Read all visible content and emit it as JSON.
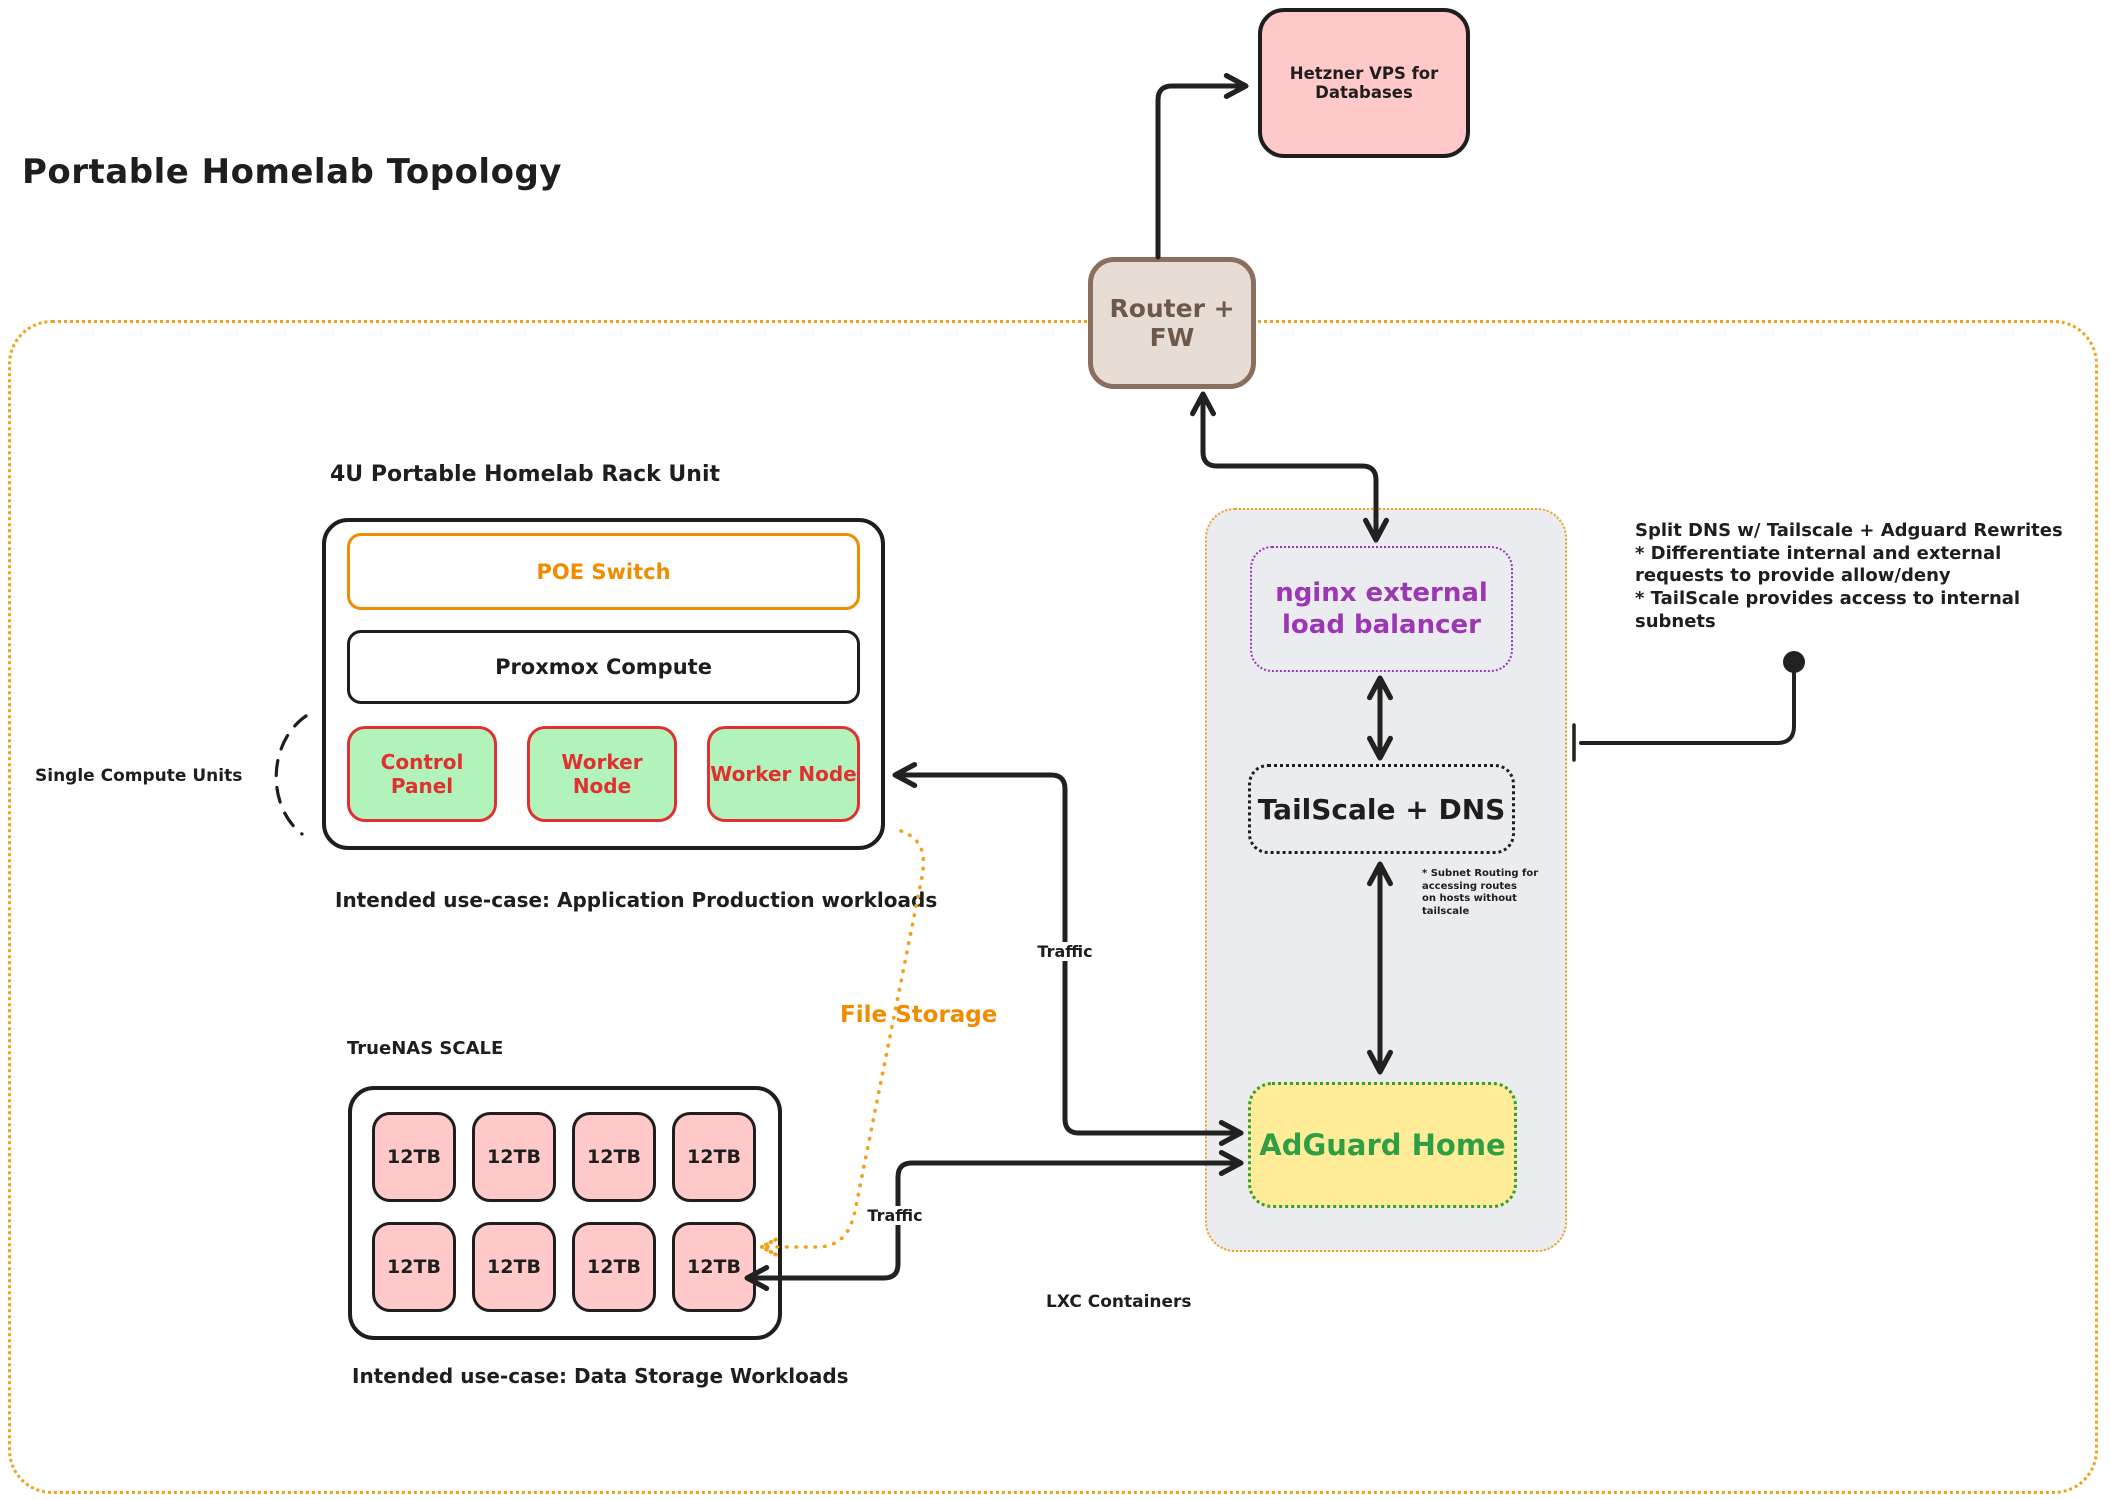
{
  "title": "Portable Homelab Topology",
  "hetzner": {
    "label": "Hetzner VPS for Databases"
  },
  "router": {
    "label": "Router + FW"
  },
  "rack": {
    "title": "4U Portable Homelab Rack Unit",
    "poe_switch": "POE Switch",
    "proxmox": "Proxmox Compute",
    "nodes": [
      "Control Panel",
      "Worker Node",
      "Worker Node"
    ],
    "caption": "Intended use-case: Application Production workloads",
    "side_label": "Single Compute Units"
  },
  "truenas": {
    "title": "TrueNAS SCALE",
    "drives": [
      "12TB",
      "12TB",
      "12TB",
      "12TB",
      "12TB",
      "12TB",
      "12TB",
      "12TB"
    ],
    "caption": "Intended use-case: Data Storage Workloads"
  },
  "lxc": {
    "caption": "LXC Containers",
    "nginx": "nginx external\nload balancer",
    "tailscale": "TailScale + DNS",
    "adguard": "AdGuard Home",
    "subnet_note": "* Subnet Routing for\naccessing routes\non hosts without\ntailscale"
  },
  "flows": {
    "file_storage": "File Storage",
    "traffic_upper": "Traffic",
    "traffic_lower": "Traffic"
  },
  "annotation": "Split DNS w/ Tailscale + Adguard Rewrites\n* Differentiate internal and external\nrequests to provide allow/deny\n* TailScale provides access to internal\nsubnets",
  "colors": {
    "ink": "#1e1e1e",
    "accent_orange": "#f08c00",
    "dotted_orange": "#f2a11a",
    "pink": "#ffc9c9",
    "green_fill": "#b2f2bb",
    "red": "#e03131",
    "purple": "#9c36b5",
    "yellow": "#ffec99",
    "green_text": "#2f9e44",
    "brown_border": "#8a6f60",
    "brown_text": "#6e584c",
    "panel_gray": "#ebecef"
  }
}
